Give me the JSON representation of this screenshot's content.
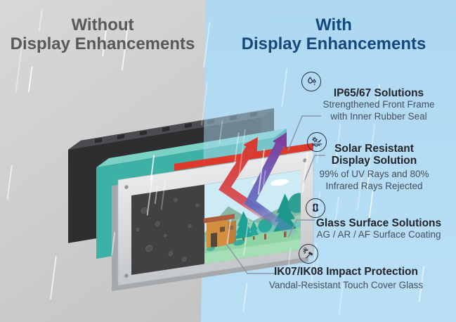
{
  "left_panel": {
    "title_line1": "Without",
    "title_line2": "Display Enhancements"
  },
  "right_panel": {
    "title_line1": "With",
    "title_line2": "Display Enhancements"
  },
  "features": [
    {
      "icon": "water-droplets-icon",
      "title_lines": [
        "IP65/67 Solutions"
      ],
      "desc_lines": [
        "Strengthened Front Frame",
        "with Inner Rubber Seal"
      ]
    },
    {
      "icon": "solar-sun-icon",
      "title_lines": [
        "Solar Resistant",
        "Display Solution"
      ],
      "desc_lines": [
        "99% of UV Rays and 80%",
        "Infrared Rays Rejected"
      ]
    },
    {
      "icon": "glass-layers-icon",
      "title_lines": [
        "Glass Surface Solutions"
      ],
      "desc_lines": [
        "AG / AR / AF Surface Coating"
      ]
    },
    {
      "icon": "impact-hammer-icon",
      "title_lines": [
        "IK07/IK08 Impact Protection"
      ],
      "desc_lines": [
        "Vandal-Resistant Touch Cover Glass"
      ]
    }
  ],
  "colors": {
    "heading_gray": "#58595b",
    "heading_blue": "#15497e",
    "bg_gray": "#c9c9c9",
    "bg_blue": "#b2dbf3",
    "panel_black": "#2d2e30",
    "panel_teal": "#3db1a5",
    "frame_silver": "#d7dadc",
    "seal_red": "#dd3a2c",
    "arrow_red": "#d93a30",
    "arrow_purple": "#7e3f9e",
    "icon_stroke": "#262c44",
    "connector_gray": "#8996a6"
  }
}
